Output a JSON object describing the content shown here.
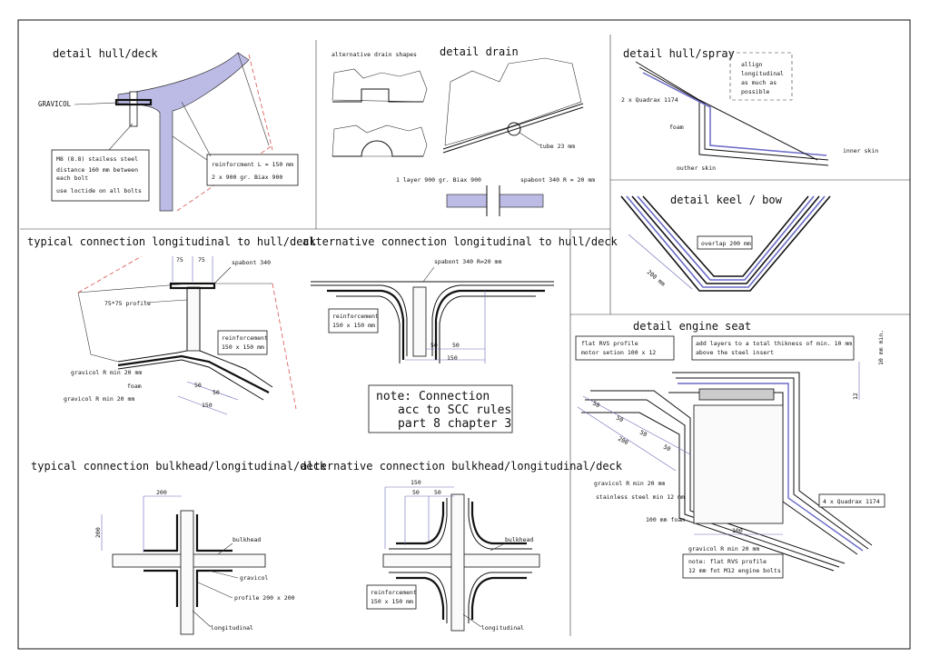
{
  "panels": {
    "hull_deck": {
      "title": "detail hull/deck",
      "gravicol": "GRAVICOL",
      "bolt_note": [
        "M8 (8.8) stailess steel",
        "distance 160 mm between",
        "each bolt",
        "use loctide on all bolts"
      ],
      "reinf_note": [
        "reinforcment L = 150 mm",
        "2 x 900 gr. Biax 900"
      ]
    },
    "drain": {
      "title": "detail drain",
      "alt_shapes": "alternative drain shapes",
      "tube": "tube 23 mm",
      "layer": "1 layer 900 gr. Biax 900",
      "spabont": "spabont 340 R = 20 mm"
    },
    "hull_spray": {
      "title": "detail hull/spray",
      "allign": [
        "allign",
        "longitudinal",
        "as much as",
        "possible"
      ],
      "quadrax": "2 x Quadrax 1174",
      "foam": "foam",
      "inner": "inner skin",
      "outer": "outher skin"
    },
    "keel_bow": {
      "title": "detail keel / bow",
      "overlap": "overlap 200 mm",
      "dim": "200 mm"
    },
    "typ_long": {
      "title": "typical connection  longitudinal to hull/deck",
      "spabont": "spabont 340",
      "profile": "75*75 profile",
      "reinf": [
        "reinforcement",
        "150 x 150 mm"
      ],
      "grav1": "gravicol   R min 20 mm",
      "foam": "foam",
      "grav2": "gravicol   R min 20 mm",
      "d75a": "75",
      "d75b": "75",
      "d50a": "50",
      "d50b": "50",
      "d150": "150"
    },
    "alt_long": {
      "title": "alternative connection  longitudinal to hull/deck",
      "spabont": "spabont 340 R=20 mm",
      "reinf": [
        "reinforcement",
        "150 x 150 mm"
      ],
      "d50a": "50",
      "d50b": "50",
      "d150": "150"
    },
    "note": {
      "lines": [
        "note: Connection",
        "acc to SCC rules",
        "part 8 chapter 3"
      ]
    },
    "engine": {
      "title": "detail engine seat",
      "flat": [
        "flat RVS profile",
        "motor setion 100 x 12"
      ],
      "layers": [
        "add layers to a total thikness of min. 10 mm",
        "above the steel insert"
      ],
      "d10": "10 mm min.",
      "d12": "12",
      "d50a": "50",
      "d50b": "50",
      "d50c": "50",
      "d50d": "50",
      "d200": "200",
      "grav1": "gravicol  R min 20 mm",
      "stainless": "stainless steel  min 12 mm",
      "foam": "100 mm foam",
      "d100": "100",
      "grav2": "gravicol R min 20 mm",
      "quadrax": "4 x Quadrax 1174",
      "note2": [
        "note: flat RVS profile",
        "12 mm fot M12 engine bolts"
      ]
    },
    "typ_bulk": {
      "title": "typical connection bulkhead/longitudinal/deck",
      "d200a": "200",
      "d200b": "200",
      "bulkhead": "bulkhead",
      "gravicol": "gravicol",
      "profile": "profile 200 x 200",
      "longitudinal": "longitudinal"
    },
    "alt_bulk": {
      "title": "alternative connection bulkhead/longitudinal/deck",
      "d150": "150",
      "d50a": "50",
      "d50b": "50",
      "bulkhead": "bulkhead",
      "reinf": [
        "reinforcement",
        "150 x 150 mm"
      ],
      "longitudinal": "longitudinal"
    }
  }
}
